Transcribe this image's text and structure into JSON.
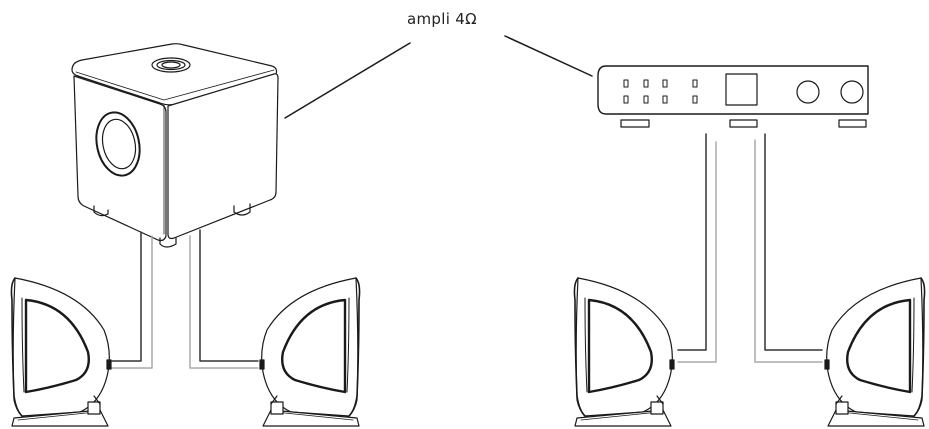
{
  "diagram": {
    "title_label": "ampli 4Ω",
    "components": {
      "subwoofer": {
        "name": "subwoofer-amplifier",
        "knob": true,
        "driver": true
      },
      "amplifier": {
        "name": "external-amplifier",
        "buttons_rows": 2,
        "buttons_cols": 4,
        "display": true,
        "knobs": 2
      },
      "satellites": [
        {
          "name": "satellite-left-a",
          "facing": "left"
        },
        {
          "name": "satellite-right-a",
          "facing": "right"
        },
        {
          "name": "satellite-left-b",
          "facing": "left"
        },
        {
          "name": "satellite-right-b",
          "facing": "right"
        }
      ]
    },
    "colors": {
      "stroke": "#1a1a1a",
      "cable_dark": "#333333",
      "cable_light": "#aaaaaa",
      "background": "#ffffff"
    }
  }
}
